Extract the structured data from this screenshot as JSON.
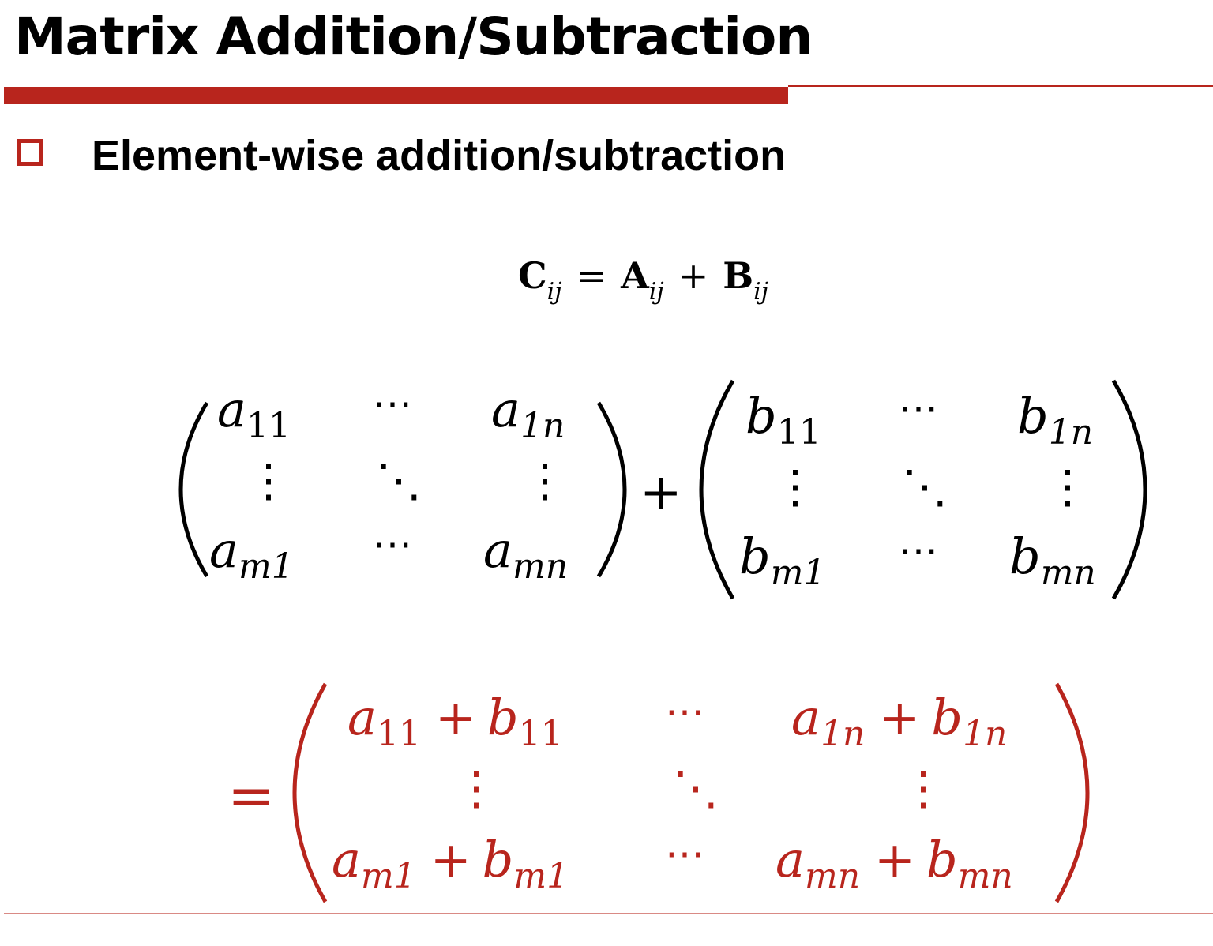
{
  "slide": {
    "title": "Matrix Addition/Subtraction",
    "bullet": "Element-wise addition/subtraction"
  },
  "formula": {
    "C": "C",
    "A": "A",
    "B": "B",
    "sub": "ij",
    "equals": "=",
    "plus": "+"
  },
  "matrixA": {
    "r1c1": {
      "base": "a",
      "sub": "11"
    },
    "r1c3": {
      "base": "a",
      "sub": "1n"
    },
    "r3c1": {
      "base": "a",
      "sub": "m1"
    },
    "r3c3": {
      "base": "a",
      "sub": "mn"
    }
  },
  "matrixB": {
    "r1c1": {
      "base": "b",
      "sub": "11"
    },
    "r1c3": {
      "base": "b",
      "sub": "1n"
    },
    "r3c1": {
      "base": "b",
      "sub": "m1"
    },
    "r3c3": {
      "base": "b",
      "sub": "mn"
    }
  },
  "matrixSum": {
    "r1c1": {
      "a": "a",
      "asub": "11",
      "b": "b",
      "bsub": "11"
    },
    "r1c3": {
      "a": "a",
      "asub": "1n",
      "b": "b",
      "bsub": "1n"
    },
    "r3c1": {
      "a": "a",
      "asub": "m1",
      "b": "b",
      "bsub": "m1"
    },
    "r3c3": {
      "a": "a",
      "asub": "mn",
      "b": "b",
      "bsub": "mn"
    }
  },
  "symbols": {
    "plus": "+",
    "equals": "=",
    "hdots": "⋯",
    "vdots": "⋮",
    "ddots": "⋱"
  },
  "colors": {
    "accent": "#b8251d",
    "text": "#000000"
  }
}
